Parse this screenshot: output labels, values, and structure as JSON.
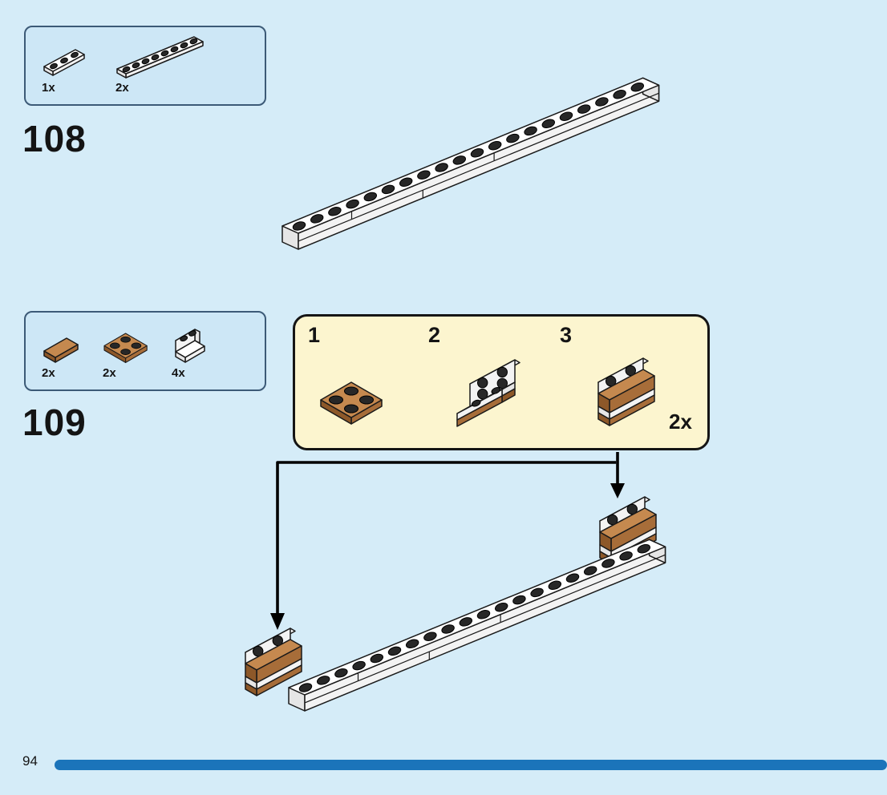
{
  "palette": {
    "page_bg": "#d5ecf8",
    "parts_box_bg": "#cde7f6",
    "parts_box_border": "#3c5a77",
    "callout_bg": "#fcf5cf",
    "callout_border": "#151515",
    "footer_bar": "#1b74ba",
    "brick_white": "#ffffff",
    "brick_brown": "#b97a45",
    "stud_dark": "#272727",
    "arrow": "#000000",
    "text": "#141414"
  },
  "steps": {
    "step108": {
      "number": "108",
      "parts": [
        {
          "qty": "1x",
          "name": "white-plate-1x3-icon"
        },
        {
          "qty": "2x",
          "name": "white-plate-1x8-icon"
        }
      ]
    },
    "step109": {
      "number": "109",
      "parts": [
        {
          "qty": "2x",
          "name": "brown-plate-1x2-icon"
        },
        {
          "qty": "2x",
          "name": "brown-plate-2x2-icon"
        },
        {
          "qty": "4x",
          "name": "white-bracket-icon"
        }
      ],
      "callout": {
        "substeps": [
          {
            "label": "1"
          },
          {
            "label": "2"
          },
          {
            "label": "3"
          }
        ],
        "quantity": "2x"
      }
    }
  },
  "footer": {
    "page_number": "94"
  }
}
